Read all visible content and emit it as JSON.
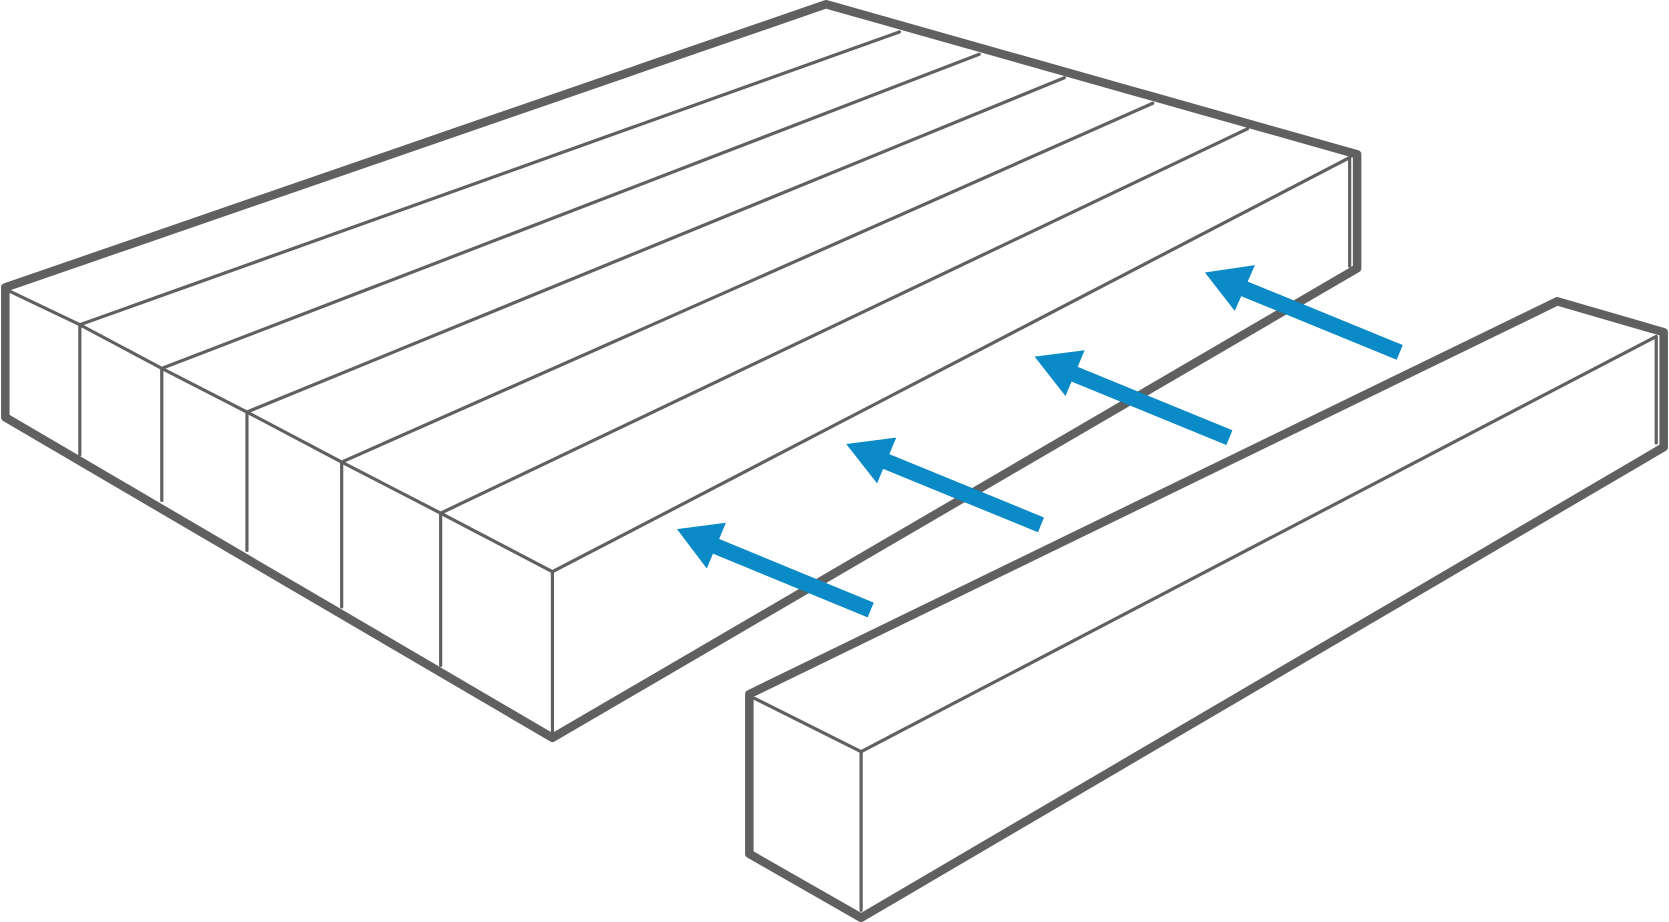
{
  "colors": {
    "outline": "#606060",
    "arrow": "#0a8ac6",
    "fill": "#ffffff"
  },
  "arrows": [
    {
      "direction": "up-left"
    },
    {
      "direction": "up-left"
    },
    {
      "direction": "up-left"
    },
    {
      "direction": "up-left"
    }
  ]
}
